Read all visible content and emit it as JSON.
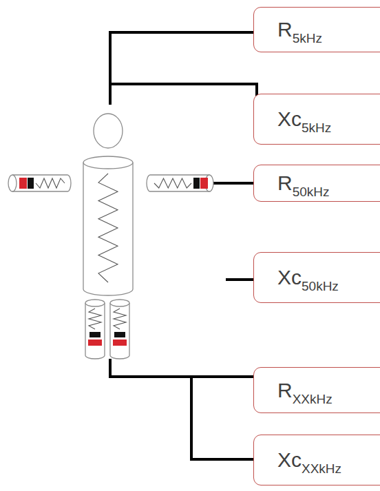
{
  "diagram": {
    "nodes": [
      {
        "text": [
          "R",
          "5kHz"
        ]
      },
      {
        "text": [
          "Xc",
          "5kHz"
        ]
      },
      {
        "text": [
          "R",
          "50kHz"
        ]
      },
      {
        "text": [
          "Xc",
          "50kHz"
        ]
      },
      {
        "text": [
          "R",
          "XXkHz"
        ]
      },
      {
        "text": [
          "Xc",
          "XXkHz"
        ]
      }
    ]
  }
}
